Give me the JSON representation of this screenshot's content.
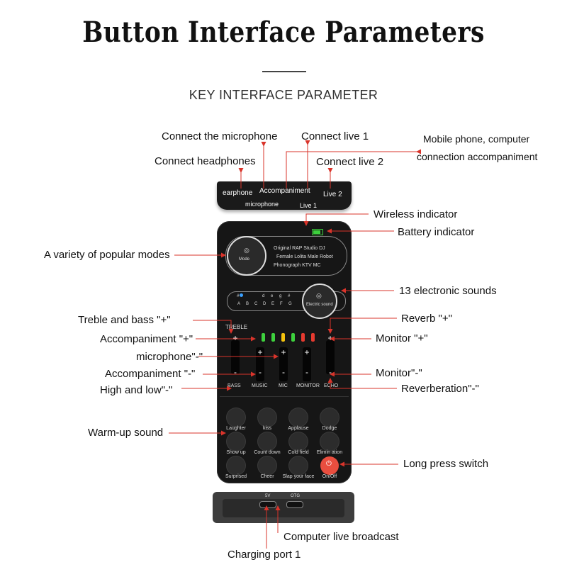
{
  "title": "Button Interface Parameters",
  "subtitle": "KEY INTERFACE PARAMETER",
  "callouts": {
    "connect_microphone": "Connect the microphone",
    "connect_live1": "Connect live 1",
    "mobile_line1": "Mobile phone, computer",
    "mobile_line2": "connection accompaniment",
    "connect_headphones": "Connect headphones",
    "connect_live2": "Connect live 2",
    "wireless_indicator": "Wireless indicator",
    "battery_indicator": "Battery indicator",
    "popular_modes": "A variety of popular modes",
    "electronic_sounds": "13 electronic sounds",
    "treble_bass_plus": "Treble and bass \"+\"",
    "reverb_plus": "Reverb \"+\"",
    "accompaniment_plus": "Accompaniment \"+\"",
    "monitor_plus": "Monitor \"+\"",
    "microphone_minus": "microphone\"-\"",
    "accompaniment_minus": "Accompaniment \"-\"",
    "monitor_minus": "Monitor\"-\"",
    "high_low_minus": "High and low\"-\"",
    "reverberation_minus": "Reverberation\"-\"",
    "warmup_sound": "Warm-up sound",
    "long_press_switch": "Long press switch",
    "computer_live": "Computer live broadcast",
    "charging_port": "Charging port 1"
  },
  "device": {
    "top_ports": {
      "earphone": "earphone",
      "accompaniment": "Accompaniment",
      "live2": "Live 2",
      "microphone": "microphone",
      "live1": "Live 1"
    },
    "mode_knob": "Mode",
    "mode_lines": [
      "Original RAP Studio DJ",
      "Female Lolita Male Robot",
      "Phonograph KTV MC"
    ],
    "electric_knob": "Electric sound",
    "key_top": [
      "#",
      "d",
      "e",
      "g",
      "#"
    ],
    "key_bottom": [
      "A",
      "B",
      "C",
      "D",
      "E",
      "F",
      "G"
    ],
    "treble_label": "TREBLE",
    "channels": [
      "BASS",
      "MUSIC",
      "MIC",
      "MONITOR",
      "ECHO"
    ],
    "pads_row1": [
      "Laughter",
      "kiss",
      "Applause",
      "Dodge"
    ],
    "pads_row2": [
      "Show up",
      "Count down",
      "Cold field",
      "Elimin ation"
    ],
    "pads_row3": [
      "Surprised",
      "Cheer",
      "Slap your face",
      "On/Off"
    ],
    "plus": "+",
    "minus": "-",
    "port_left": "5V",
    "port_right": "OTG",
    "colors": {
      "led_green": "#3dd13d",
      "led_yellow": "#f4c20d",
      "led_red": "#e53a2f",
      "arrow_red": "#d9342b",
      "power": "#e94e3f"
    }
  }
}
